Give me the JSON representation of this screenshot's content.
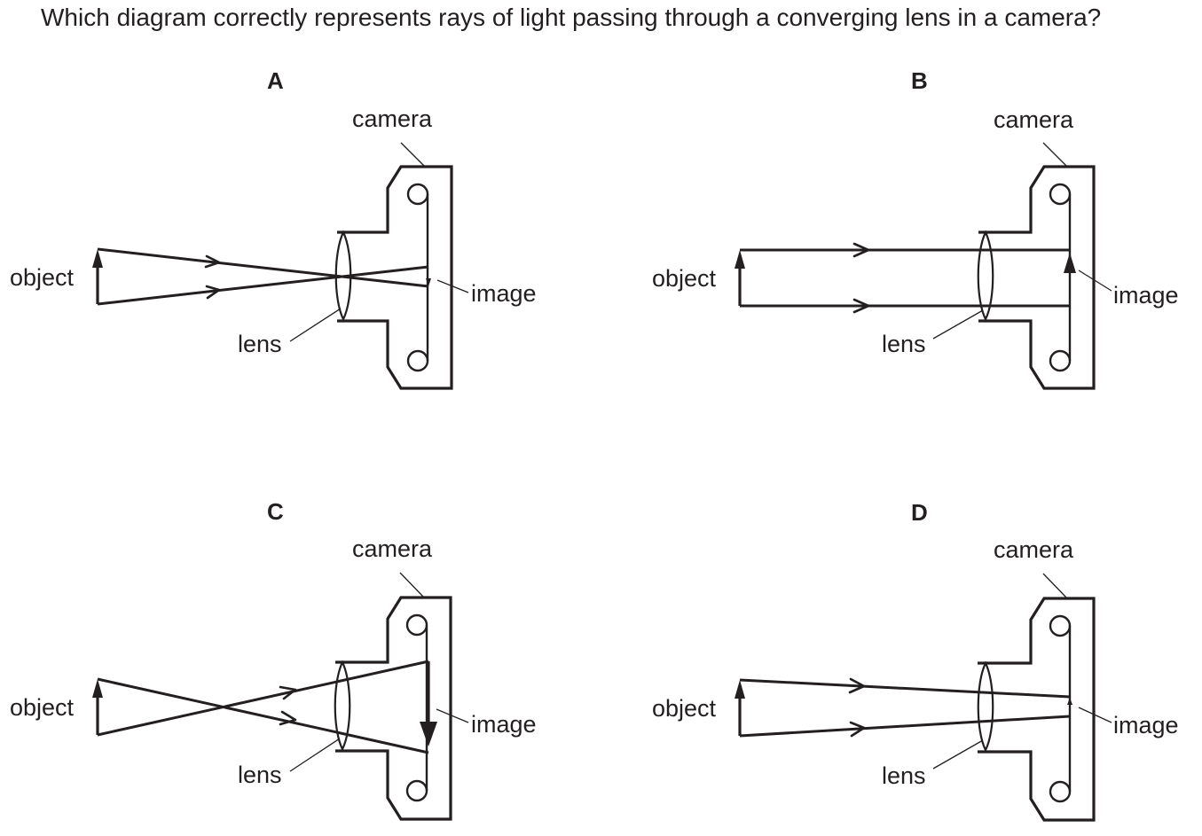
{
  "question": "Which diagram correctly represents rays of light passing through a converging lens in a camera?",
  "labels": {
    "object": "object",
    "image": "image",
    "lens": "lens",
    "camera": "camera"
  },
  "options": [
    {
      "letter": "A",
      "image_orientation": "inverted"
    },
    {
      "letter": "B",
      "image_orientation": "upright"
    },
    {
      "letter": "C",
      "image_orientation": "inverted"
    },
    {
      "letter": "D",
      "image_orientation": "upright"
    }
  ]
}
